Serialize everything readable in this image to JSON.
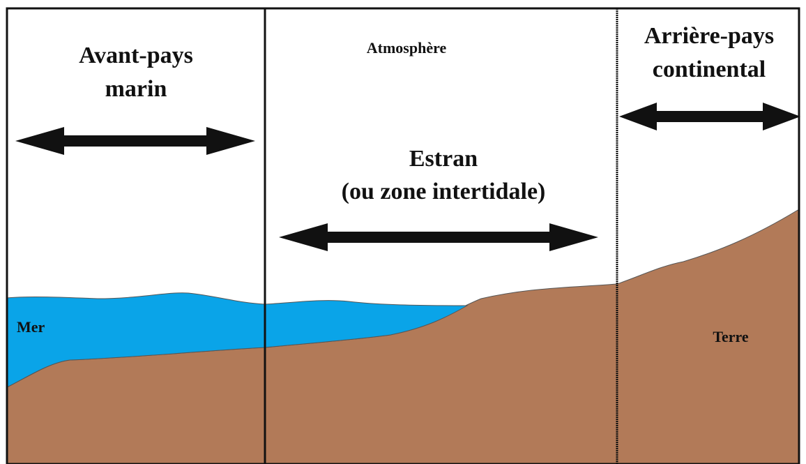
{
  "zones": {
    "left_label_line1": "Avant-pays",
    "left_label_line2": "marin",
    "middle_top_label": "Atmosphère",
    "middle_label_line1": "Estran",
    "middle_label_line2": "(ou zone intertidale)",
    "right_label_line1": "Arrière-pays",
    "right_label_line2": "continental"
  },
  "areas": {
    "sea_label": "Mer",
    "land_label": "Terre"
  },
  "colors": {
    "sea": "#0aa4e8",
    "land": "#b27a58",
    "border": "#111111",
    "arrow": "#111111"
  },
  "icons": {
    "double_arrow": "double-headed-arrow-icon"
  }
}
